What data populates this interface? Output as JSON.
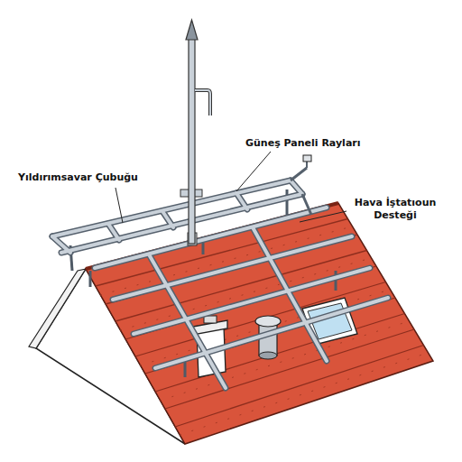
{
  "diagram": {
    "labels": [
      "Yıldırımsavar Çubuğu",
      "Güneş Paneli Rayları",
      "Hava İştatıoun Desteği"
    ]
  }
}
